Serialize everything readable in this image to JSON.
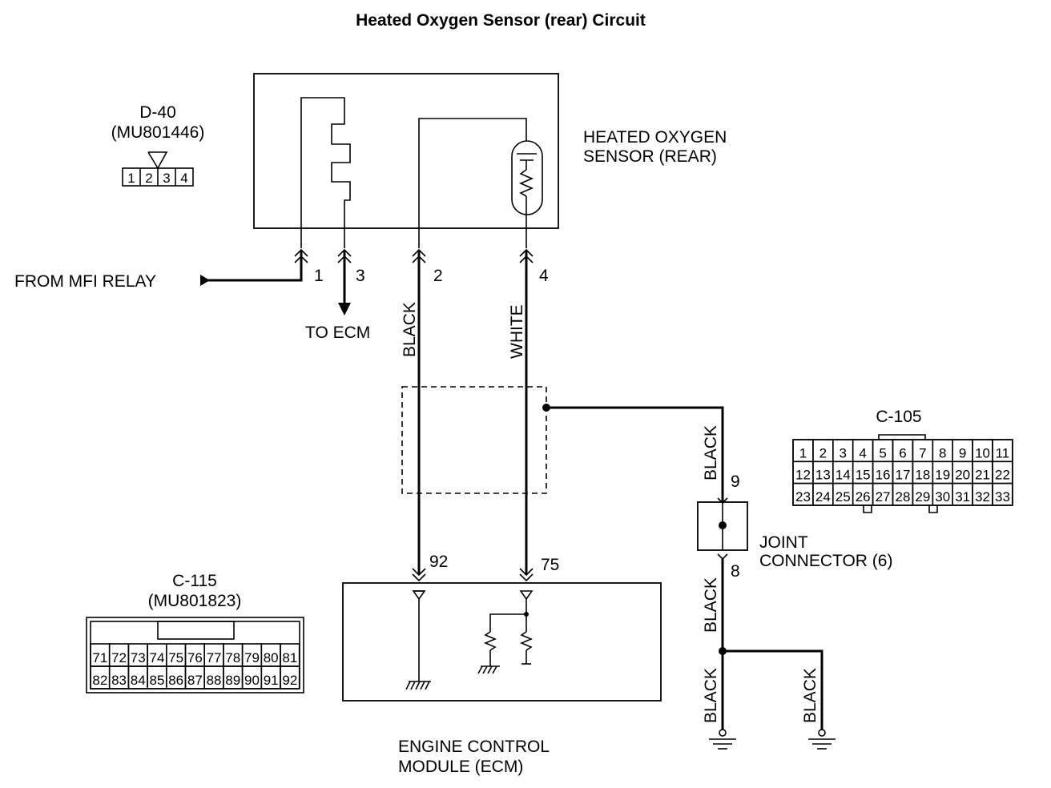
{
  "title": "Heated Oxygen Sensor (rear) Circuit",
  "sensor": {
    "label_line1": "HEATED OXYGEN",
    "label_line2": "SENSOR (REAR)"
  },
  "d40": {
    "name": "D-40",
    "part": "(MU801446)",
    "pins": [
      "1",
      "2",
      "3",
      "4"
    ]
  },
  "wire_labels": {
    "from_mfi_relay": "FROM MFI RELAY",
    "to_ecm": "TO ECM",
    "pin1": "1",
    "pin2": "2",
    "pin3": "3",
    "pin4": "4",
    "black_2": "BLACK",
    "white_4": "WHITE",
    "ecm_pin92": "92",
    "ecm_pin75": "75",
    "black_shield": "BLACK",
    "joint_pin9": "9",
    "joint_pin8": "8",
    "black_below_joint": "BLACK",
    "black_ground_left": "BLACK",
    "black_ground_right": "BLACK"
  },
  "joint_connector": {
    "line1": "JOINT",
    "line2": "CONNECTOR (6)"
  },
  "c105": {
    "name": "C-105",
    "rows": [
      [
        "1",
        "2",
        "3",
        "4",
        "5",
        "6",
        "7",
        "8",
        "9",
        "10",
        "11"
      ],
      [
        "12",
        "13",
        "14",
        "15",
        "16",
        "17",
        "18",
        "19",
        "20",
        "21",
        "22"
      ],
      [
        "23",
        "24",
        "25",
        "26",
        "27",
        "28",
        "29",
        "30",
        "31",
        "32",
        "33"
      ]
    ]
  },
  "c115": {
    "name": "C-115",
    "part": "(MU801823)",
    "rows": [
      [
        "71",
        "72",
        "73",
        "74",
        "75",
        "76",
        "77",
        "78",
        "79",
        "80",
        "81"
      ],
      [
        "82",
        "83",
        "84",
        "85",
        "86",
        "87",
        "88",
        "89",
        "90",
        "91",
        "92"
      ]
    ]
  },
  "ecm": {
    "label_line1": "ENGINE CONTROL",
    "label_line2": "MODULE (ECM)"
  }
}
